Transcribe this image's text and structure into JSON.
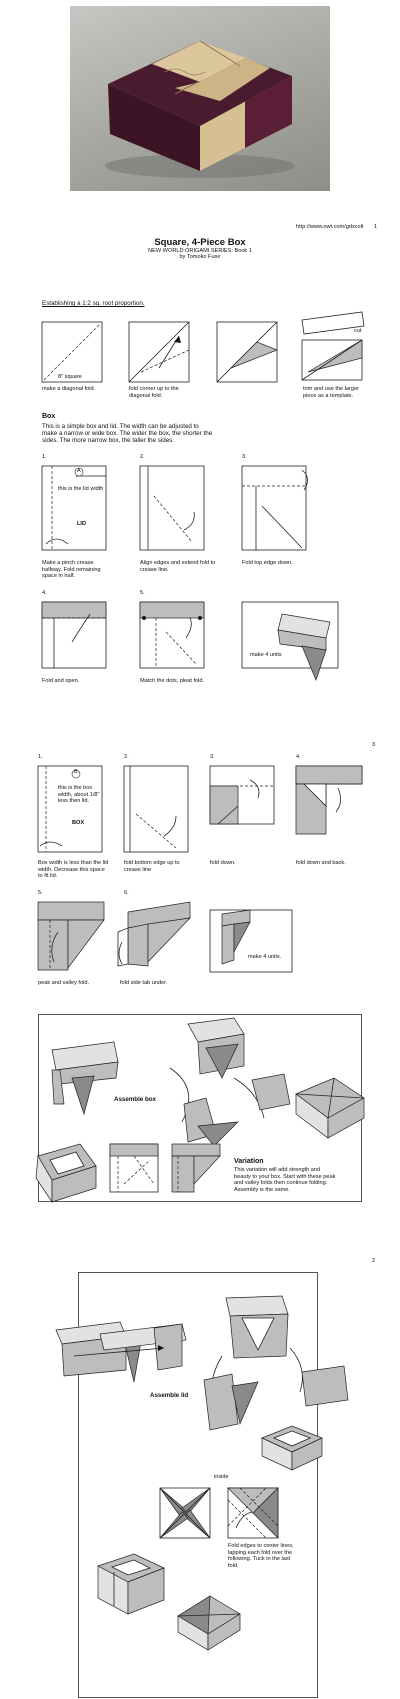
{
  "page1": {
    "url": "http://www.owt.com/gdxcolt",
    "page_number": "1",
    "title": "Square, 4-Piece Box",
    "series": "NEW WORLD ORIGAMI SERIES: Book 1",
    "author": "by Tomoko Fuse",
    "proportion_heading": "Establishing a 1:2 sq. root proportion.",
    "square_label": "8\" square",
    "cut_label": "cut",
    "cap1": "make a diagonal fold.",
    "cap2": "fold corner up to the diagonal fold.",
    "cap4": "trim and use the larger piece as a template.",
    "box_heading": "Box",
    "box_intro": "This is a simple box and lid. The width can be adjusted to make a narrow or wide box. The wider the box, the shorter the sides.  The more narrow box, the taller the sides.",
    "lid_steps": [
      {
        "n": "1.",
        "cap": "Make a pinch crease halfway. Fold remaining space in half."
      },
      {
        "n": "2.",
        "cap": "Align edges and extend fold to crease line."
      },
      {
        "n": "3.",
        "cap": "Fold top edge down."
      },
      {
        "n": "4.",
        "cap": "Fold and open."
      },
      {
        "n": "5.",
        "cap": "Match the dots, pleat fold."
      },
      {
        "n": "",
        "cap": "make 4 units"
      }
    ],
    "circle_a": "A",
    "lid_width_note": "this is the lid width",
    "lid_label": "LID"
  },
  "page3": {
    "page_number": "3",
    "steps": [
      {
        "n": "1.",
        "cap": "Box width is less than the lid width. Decrease this space to fit lid."
      },
      {
        "n": "2.",
        "cap": "fold bottom edge up to crease line"
      },
      {
        "n": "3.",
        "cap": "fold down."
      },
      {
        "n": "4.",
        "cap": "fold down and back."
      },
      {
        "n": "5.",
        "cap": "peak and valley fold."
      },
      {
        "n": "6.",
        "cap": "fold side tab under."
      },
      {
        "n": "",
        "cap": "make 4 units."
      }
    ],
    "circle_b": "B",
    "box_width_note": "this is the box width, about 1/8\" less then lid.",
    "box_label": "BOX",
    "assemble_box": "Assemble box",
    "variation_title": "Variation",
    "variation_text": "This variation will add strength and beauty to your box. Start with these peak and valley folds then continue folding.  Assembly is the same."
  },
  "page2": {
    "page_number": "2",
    "assemble_lid": "Assemble lid",
    "inside_label": "inside",
    "fold_edges": "Fold edges to center lines, lapping each fold over the following. Tuck in the last fold."
  },
  "colors": {
    "box_purple": "#4a1a2e",
    "paper_gold": "#d8c39a",
    "photo_bg": "#a9a9a4"
  }
}
